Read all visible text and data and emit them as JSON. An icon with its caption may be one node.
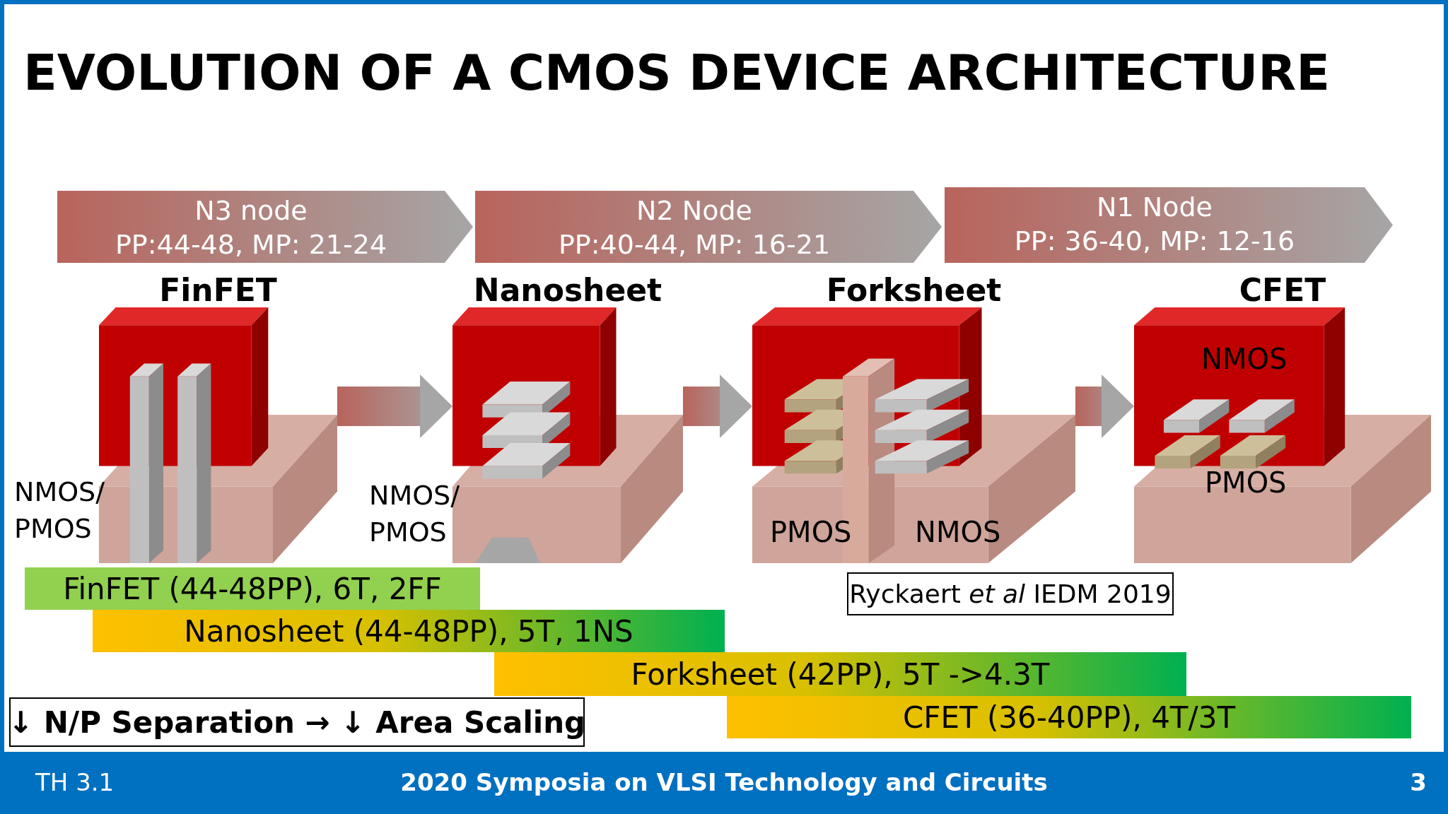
{
  "diagram": {
    "title": "EVOLUTION OF A CMOS DEVICE ARCHITECTURE",
    "nodes": [
      {
        "text": [
          "N3 node",
          "PP:44-48, MP: 21-24"
        ]
      },
      {
        "text": [
          "N2 Node",
          "PP:40-44, MP: 16-21"
        ]
      },
      {
        "text": [
          "N1 Node",
          "PP: 36-40, MP: 12-16"
        ]
      },
      {
        "text": [
          "FinFET"
        ]
      },
      {
        "text": [
          "Nanosheet"
        ]
      },
      {
        "text": [
          "Forksheet",
          "PMOS",
          "NMOS"
        ]
      },
      {
        "text": [
          "CFET",
          "NMOS",
          "PMOS"
        ]
      },
      {
        "text": [
          "FinFET (44-48PP), 6T, 2FF"
        ]
      },
      {
        "text": [
          "Nanosheet (44-48PP), 5T, 1NS"
        ]
      },
      {
        "text": [
          "Forksheet (42PP), 5T ->4.3T"
        ]
      },
      {
        "text": [
          "CFET (36-40PP), 4T/3T"
        ]
      },
      {
        "text": [
          "Ryckaert *et al* IEDM 2019"
        ]
      },
      {
        "text": [
          "↓ N/P Separation → ↓ Area Scaling"
        ]
      }
    ],
    "edges": [
      {
        "from": 3,
        "to": 4,
        "arrow": "to"
      },
      {
        "from": 4,
        "to": 5,
        "arrow": "to"
      },
      {
        "from": 5,
        "to": 6,
        "arrow": "to"
      }
    ],
    "labels": [
      "NMOS/ PMOS",
      "NMOS/ PMOS",
      "TH 3.1",
      "2020 Symposia on VLSI Technology and Circuits",
      "3"
    ]
  }
}
